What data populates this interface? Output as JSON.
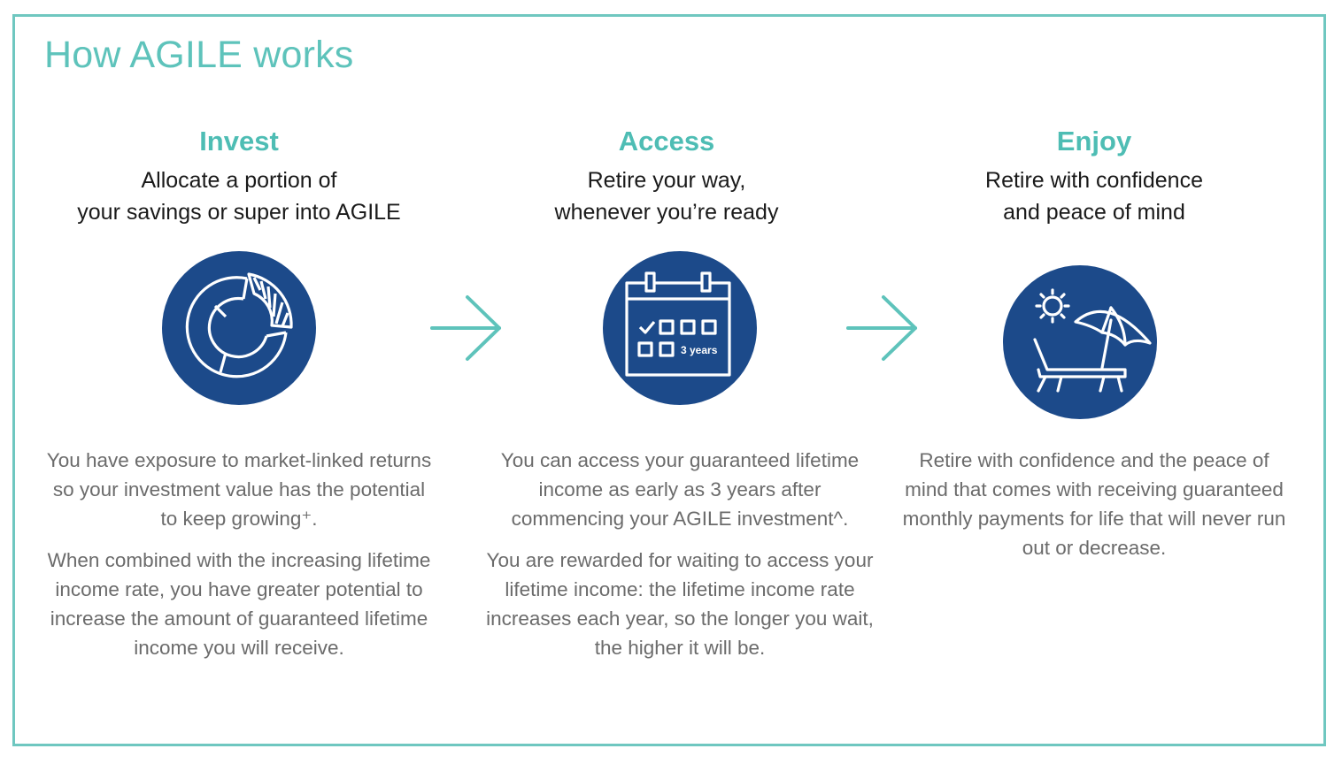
{
  "title": "How AGILE works",
  "accent_color": "#5ec3bb",
  "icon_color": "#1c4a8a",
  "steps": [
    {
      "heading": "Invest",
      "sub_line1": "Allocate a portion of",
      "sub_line2": "your savings or super into AGILE",
      "icon": "donut-chart-icon",
      "para1": "You have exposure to market-linked returns so your investment value has the potential to keep growing⁺.",
      "para2": "When combined with the increasing lifetime income rate, you have greater potential to increase the amount of guaranteed lifetime income you will receive."
    },
    {
      "heading": "Access",
      "sub_line1": "Retire your way,",
      "sub_line2": "whenever you’re ready",
      "icon": "calendar-icon",
      "icon_label": "3 years",
      "para1": "You can access your guaranteed lifetime income as early as 3 years after commencing your AGILE investment^.",
      "para2": "You are rewarded for waiting to access your lifetime income: the lifetime income rate increases each year, so the longer you wait, the higher it will be."
    },
    {
      "heading": "Enjoy",
      "sub_line1": "Retire with confidence",
      "sub_line2": "and peace of mind",
      "icon": "beach-umbrella-icon",
      "para1": "Retire with confidence and the peace of mind that comes with receiving guaranteed monthly payments for life that will never run out or decrease."
    }
  ]
}
